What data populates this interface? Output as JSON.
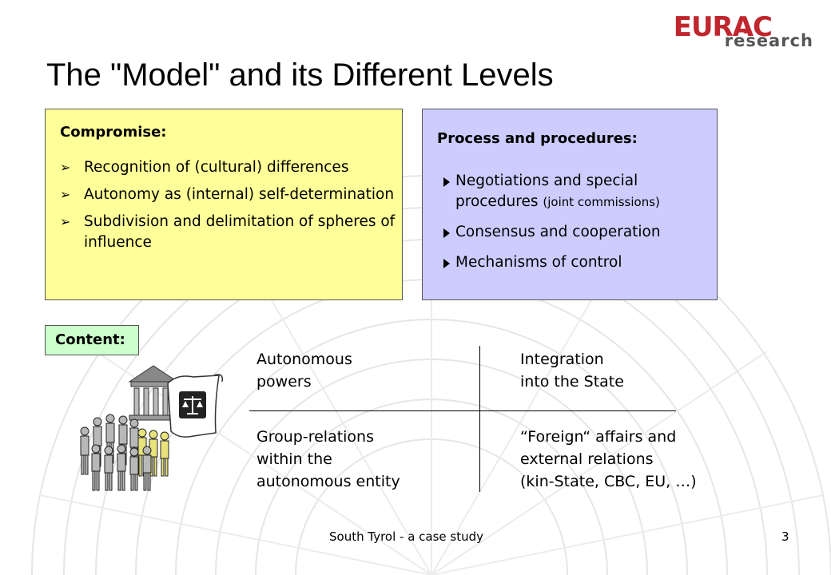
{
  "logo": {
    "main": "EURAC",
    "sub": "research"
  },
  "title": "The \"Model\" and its Different Levels",
  "compromise": {
    "heading": "Compromise:",
    "items": [
      "Recognition of (cultural) differences",
      "Autonomy as (internal) self-determination",
      "Subdivision and delimitation of spheres of influence"
    ]
  },
  "process": {
    "heading": "Process and procedures:",
    "items": [
      {
        "text": "Negotiations and special procedures",
        "note": "(joint commissions)"
      },
      {
        "text": "Consensus and cooperation",
        "note": ""
      },
      {
        "text": "Mechanisms of control",
        "note": ""
      }
    ]
  },
  "content": {
    "label": "Content:",
    "top_left": "Autonomous\npowers",
    "top_right": "Integration\ninto the State",
    "bottom_left": "Group-relations\nwithin the\nautonomous entity",
    "bottom_right": "“Foreign“ affairs and\nexternal relations\n(kin-State, CBC, EU, …)"
  },
  "footer": {
    "text": "South Tyrol - a case study",
    "page": "3"
  },
  "colors": {
    "yellow_box": "#ffff99",
    "blue_box": "#ccccff",
    "content_label": "#ccffcc",
    "logo_red": "#c0262d"
  }
}
